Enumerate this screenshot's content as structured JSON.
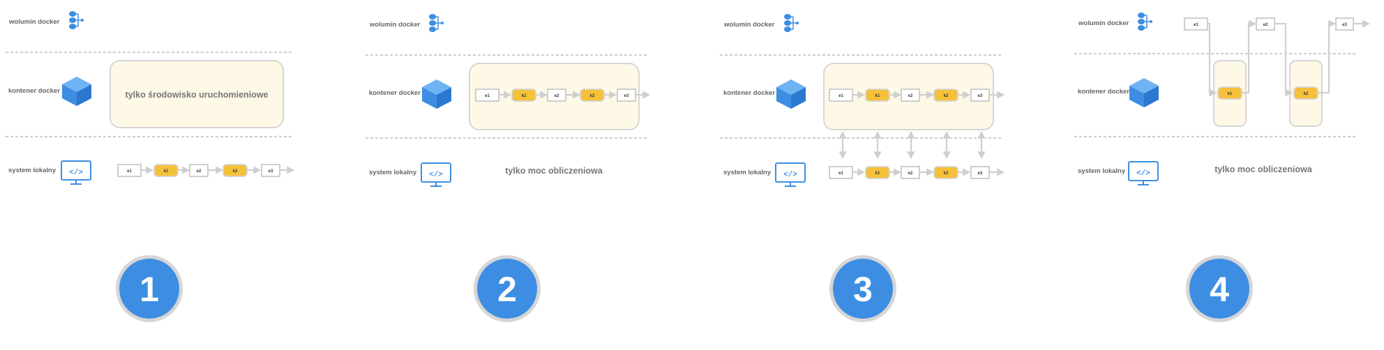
{
  "colors": {
    "accent_blue": "#3d8ee3",
    "node_yellow": "#f6c13a",
    "container_fill": "#fef8e6",
    "circle_ring": "#d6d6d6",
    "circle_fill": "#3d8ee3"
  },
  "icons": {
    "volume": "docker-volume-icon",
    "container": "docker-container-cube-icon",
    "local": "computer-monitor-code-icon"
  },
  "labels": {
    "volume": "wolumin docker",
    "container": "kontener docker",
    "local": "system lokalny"
  },
  "nodes": [
    "e1",
    "k1",
    "e2",
    "k2",
    "e3"
  ],
  "panels": [
    {
      "number": "1",
      "container_text": "tylko środowisko uruchomieniowe",
      "local_text": ""
    },
    {
      "number": "2",
      "container_text": "",
      "local_text": "tylko moc obliczeniowa"
    },
    {
      "number": "3",
      "container_text": "",
      "local_text": ""
    },
    {
      "number": "4",
      "container_text": "",
      "local_text": "tylko moc obliczeniowa"
    }
  ]
}
